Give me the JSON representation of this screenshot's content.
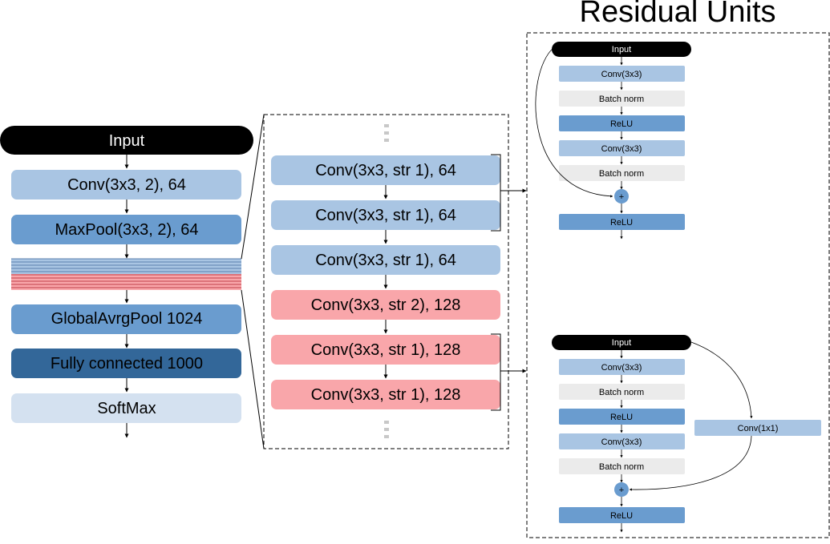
{
  "title": "Residual Units",
  "colors": {
    "input_fill": "#000000",
    "input_text": "#ffffff",
    "conv_light": "#a9c5e3",
    "conv_mid": "#6a9ccf",
    "conv_dark": "#336799",
    "softmax": "#d4e1f0",
    "conv_red": "#f9a6aa",
    "batch_norm": "#ebebeb",
    "relu": "#6a9ccf",
    "add_node": "#6a9ccf",
    "stripe_blue": "#a9c5e3",
    "stripe_red": "#f9a6aa",
    "stripe_line_blue": "#5b7fae",
    "stripe_line_red": "#c0404a"
  },
  "network": {
    "input": "Input",
    "conv1": "Conv(3x3, 2), 64",
    "maxpool": "MaxPool(3x3, 2), 64",
    "globalpool": "GlobalAvrgPool 1024",
    "fc": "Fully connected 1000",
    "softmax": "SoftMax"
  },
  "detail": {
    "layers": [
      "Conv(3x3, str 1), 64",
      "Conv(3x3, str 1), 64",
      "Conv(3x3, str 1), 64",
      "Conv(3x3, str 2), 128",
      "Conv(3x3, str 1), 128",
      "Conv(3x3, str 1), 128"
    ]
  },
  "residual_unit_1": {
    "input": "Input",
    "layers": [
      "Conv(3x3)",
      "Batch norm",
      "ReLU",
      "Conv(3x3)",
      "Batch norm"
    ],
    "add": "+",
    "output": "ReLU"
  },
  "residual_unit_2": {
    "input": "Input",
    "layers": [
      "Conv(3x3)",
      "Batch norm",
      "ReLU",
      "Conv(3x3)",
      "Batch norm"
    ],
    "shortcut": "Conv(1x1)",
    "add": "+",
    "output": "ReLU"
  }
}
